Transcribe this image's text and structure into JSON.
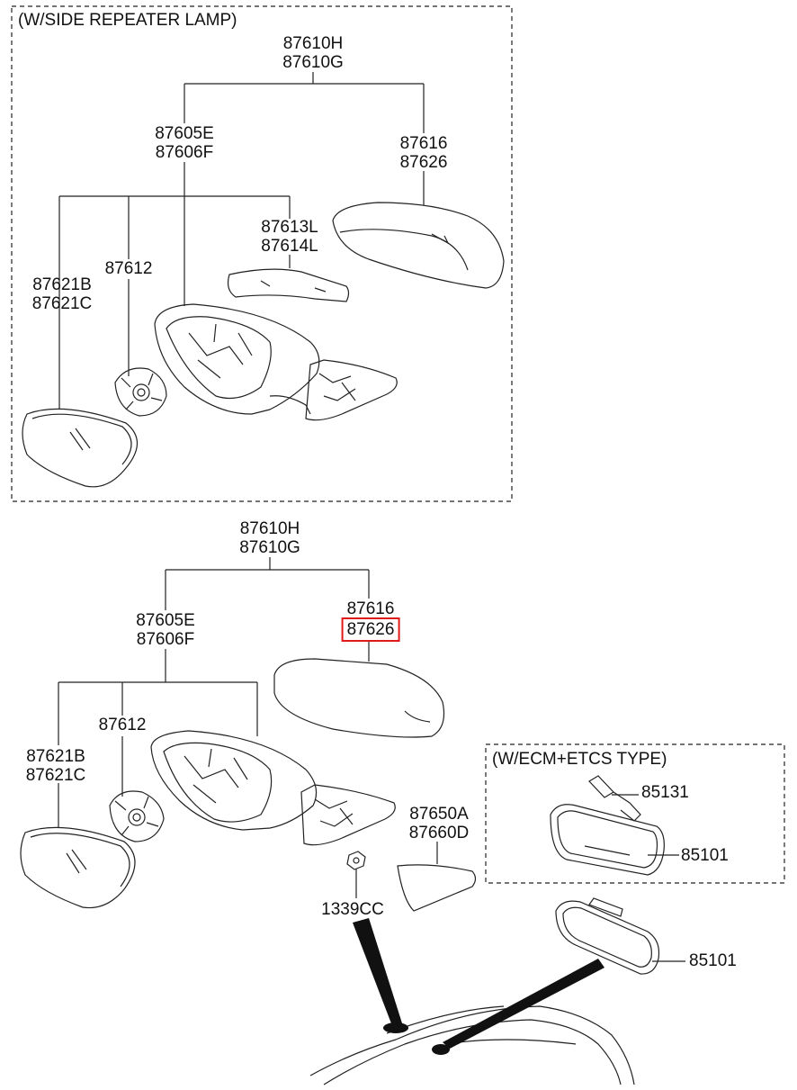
{
  "top_box": {
    "title": "(W/SIDE REPEATER LAMP)",
    "assy": [
      "87610H",
      "87610G"
    ],
    "housing": [
      "87605E",
      "87606F"
    ],
    "cover": [
      "87616",
      "87626"
    ],
    "lamp": [
      "87613L",
      "87614L"
    ],
    "actuator": "87612",
    "glass": [
      "87621B",
      "87621C"
    ]
  },
  "main": {
    "assy": [
      "87610H",
      "87610G"
    ],
    "housing": [
      "87605E",
      "87606F"
    ],
    "cover": [
      "87616",
      "87626"
    ],
    "actuator": "87612",
    "glass": [
      "87621B",
      "87621C"
    ],
    "trim": [
      "87650A",
      "87660D"
    ],
    "nut": "1339CC"
  },
  "ecm_box": {
    "title": "(W/ECM+ETCS TYPE)",
    "sensor": "85131",
    "mirror": "85101"
  },
  "inside_mirror": "85101",
  "highlight_color": "#e01919"
}
